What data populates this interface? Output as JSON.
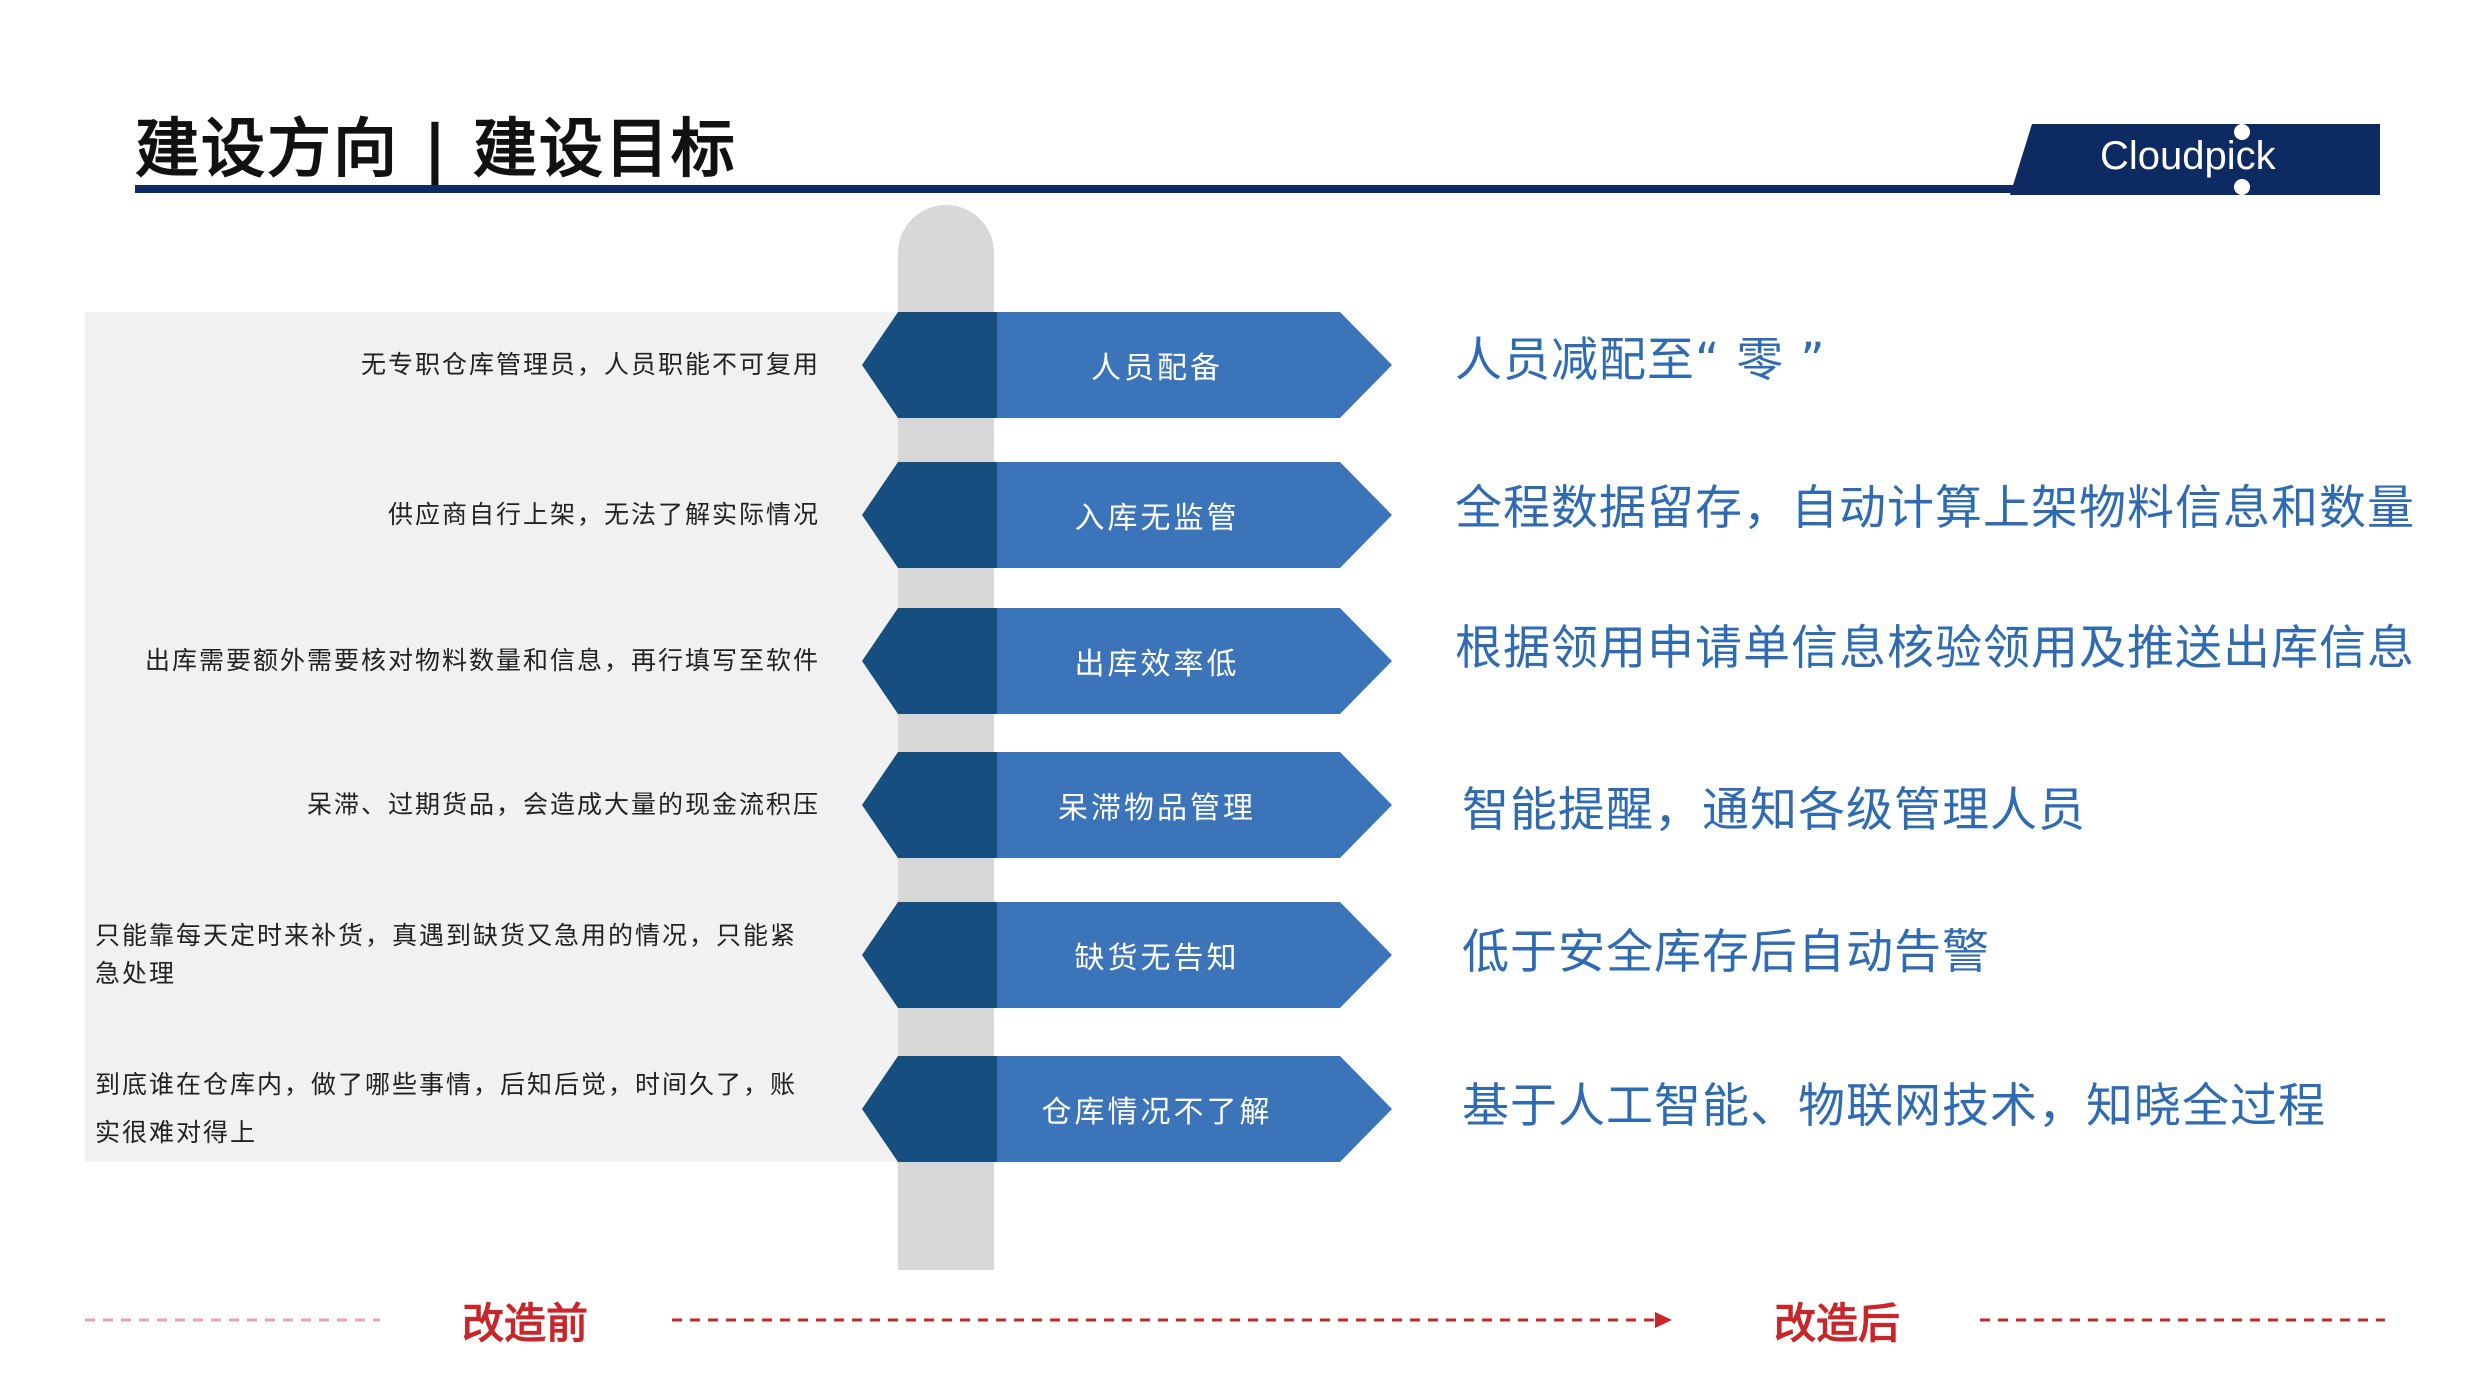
{
  "header": {
    "title": "建设方向 | 建设目标",
    "logo_text": "Cloudpick"
  },
  "colors": {
    "accent_blue": "#3b74b8",
    "dark_blue": "#164f7f",
    "navy": "#0d2a62",
    "after_text": "#2f6bb3",
    "axis_red": "#c8262a"
  },
  "rows": [
    {
      "before": "无专职仓库管理员，人员职能不可复用",
      "label": "人员配备",
      "after": "人员减配至“ 零 ”"
    },
    {
      "before": "供应商自行上架，无法了解实际情况",
      "label": "入库无监管",
      "after": "全程数据留存，自动计算上架物料信息和数量"
    },
    {
      "before": "出库需要额外需要核对物料数量和信息，再行填写至软件",
      "label": "出库效率低",
      "after": "根据领用申请单信息核验领用及推送出库信息"
    },
    {
      "before": "呆滞、过期货品，会造成大量的现金流积压",
      "label": "呆滞物品管理",
      "after": "智能提醒，通知各级管理人员"
    },
    {
      "before": "只能靠每天定时来补货，真遇到缺货又急用的情况，只能紧急处理",
      "label": "缺货无告知",
      "after": "低于安全库存后自动告警"
    },
    {
      "before": "到底谁在仓库内，做了哪些事情，后知后觉，时间久了，账实很难对得上",
      "label": "仓库情况不了解",
      "after": "基于人工智能、物联网技术，知晓全过程"
    }
  ],
  "axis": {
    "before_label": "改造前",
    "after_label": "改造后"
  }
}
